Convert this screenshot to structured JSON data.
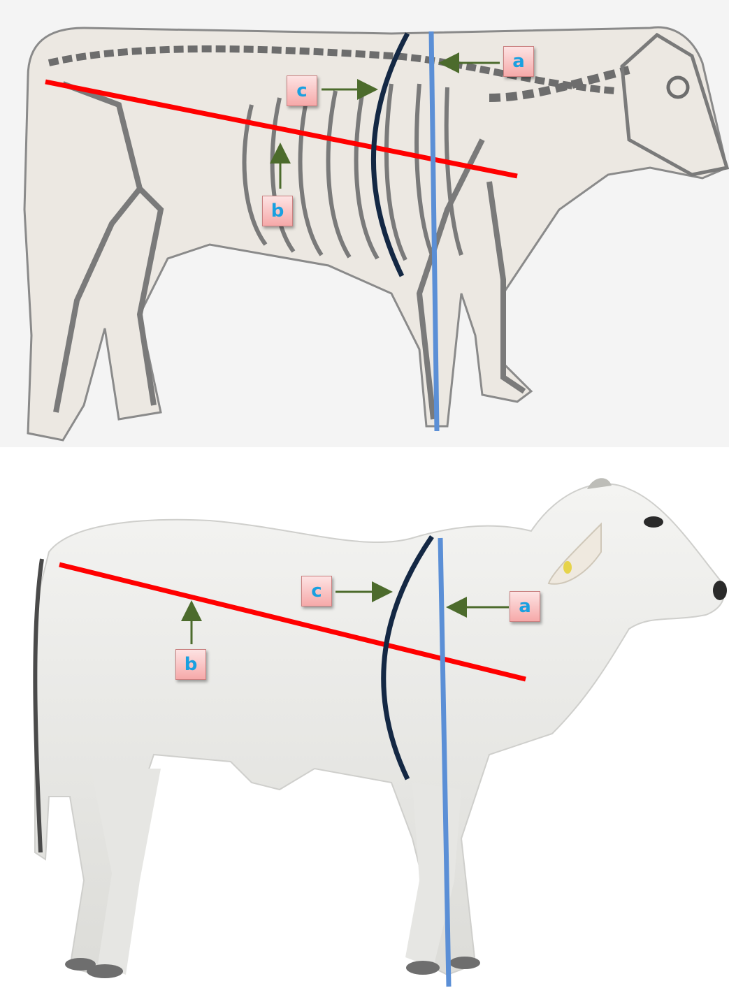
{
  "colors": {
    "line_a": "#5b8fd6",
    "line_b": "#ff0000",
    "line_c": "#142844",
    "arrow": "#4c6b2c",
    "label_text": "#1aa0e0"
  },
  "top_panel": {
    "labels": {
      "a": "a",
      "b": "b",
      "c": "c"
    }
  },
  "bottom_panel": {
    "labels": {
      "a": "a",
      "b": "b",
      "c": "c"
    }
  }
}
